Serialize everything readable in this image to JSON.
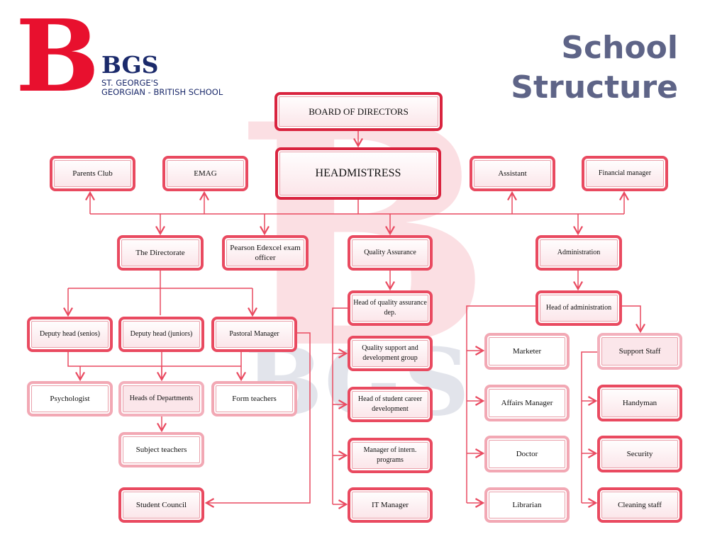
{
  "logo": {
    "mark": "B",
    "name": "BGS",
    "line1": "ST. GEORGE'S",
    "line2": "GEORGIAN - BRITISH SCHOOL"
  },
  "title": {
    "line1": "School",
    "line2": "Structure"
  },
  "watermark": "BGS",
  "boxes": {
    "board": "BOARD OF DIRECTORS",
    "headmistress": "HEADMISTRESS",
    "parents_club": "Parents Club",
    "emag": "EMAG",
    "assistant": "Assistant",
    "financial_manager": "Financial  manager",
    "directorate": "The Directorate",
    "pearson": "Pearson Edexcel exam officer",
    "quality_assurance": "Quality Assurance",
    "administration": "Administration",
    "deputy_seniors": "Deputy head (senios)",
    "deputy_juniors": "Deputy head (juniors)",
    "pastoral": "Pastoral  Manager",
    "psychologist": "Psychologist",
    "heads_departments": "Heads of Departments",
    "form_teachers": "Form teachers",
    "subject_teachers": "Subject teachers",
    "student_council": "Student Council",
    "head_qa": "Head of quality assurance dep.",
    "quality_support": "Quality support and development group",
    "career": "Head of student career development",
    "intern": "Manager of intern. programs",
    "it": "IT Manager",
    "head_admin": "Head of administration",
    "marketer": "Marketer",
    "affairs": "Affairs Manager",
    "doctor": "Doctor",
    "librarian": "Librarian",
    "support_staff": "Support Staff",
    "handyman": "Handyman",
    "security": "Security",
    "cleaning": "Cleaning staff"
  },
  "colors": {
    "accent": "#e94a60",
    "brand_red": "#e8102e",
    "brand_navy": "#1b2a6b"
  }
}
